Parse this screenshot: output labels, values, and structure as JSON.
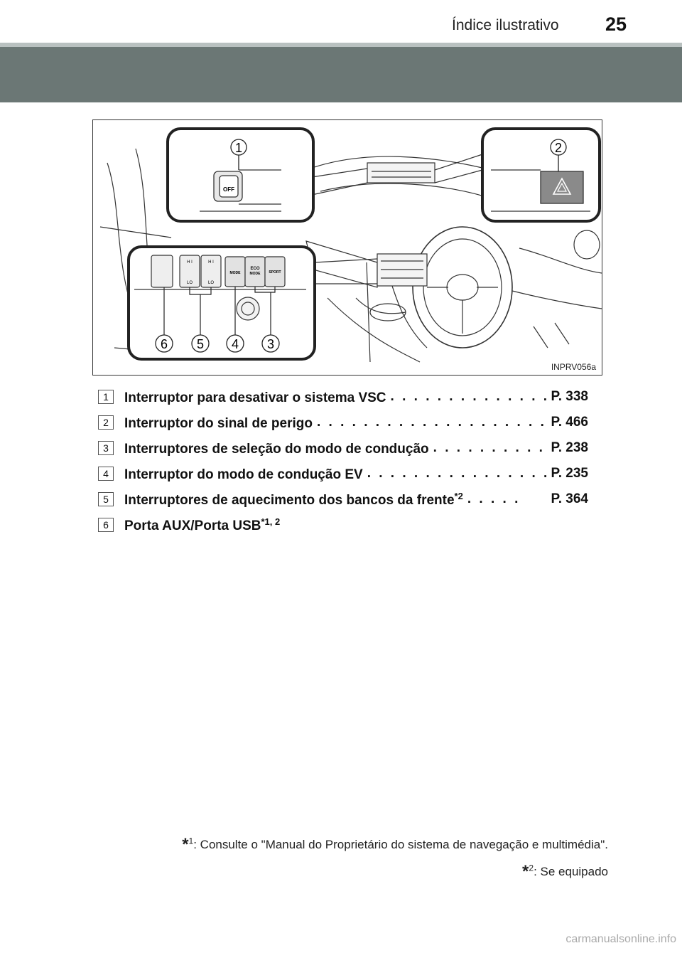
{
  "header": {
    "title": "Índice ilustrativo",
    "page_number": "25"
  },
  "figure": {
    "code": "INPRV056a",
    "callouts": [
      "1",
      "2",
      "6",
      "5",
      "4",
      "3"
    ]
  },
  "items": [
    {
      "num": "1",
      "label": "Interruptor para desativar o sistema VSC",
      "sup": "",
      "leader": ". . . . . . . . . . . . . . . . . . . . . . . . . . .",
      "ref": "P. 338"
    },
    {
      "num": "2",
      "label": "Interruptor do sinal de perigo",
      "sup": "",
      "leader": ". . . . . . . . . . . . . . . . . . . . . . . . . . . . . . . . . . .",
      "ref": "P. 466"
    },
    {
      "num": "3",
      "label": "Interruptores de seleção do modo de condução",
      "sup": "",
      "leader": ". . . . . . . . . . . . . . . . . . .",
      "ref": "P. 238"
    },
    {
      "num": "4",
      "label": "Interruptor do modo de condução EV",
      "sup": "",
      "leader": ". . . . . . . . . . . . . . . . . . . . . . . . . . .",
      "ref": "P. 235"
    },
    {
      "num": "5",
      "label": "Interruptores de aquecimento dos bancos da frente",
      "sup": "*2",
      "leader": ". . . . .",
      "ref": "P. 364"
    },
    {
      "num": "6",
      "label": "Porta AUX/Porta USB",
      "sup": "*1, 2",
      "leader": "",
      "ref": ""
    }
  ],
  "footnotes": [
    {
      "mark": "*",
      "num": "1",
      "text": ": Consulte o \"Manual do Proprietário do sistema de navegação e multimédia\"."
    },
    {
      "mark": "*",
      "num": "2",
      "text": ": Se equipado"
    }
  ],
  "watermark": "carmanualsonline.info"
}
